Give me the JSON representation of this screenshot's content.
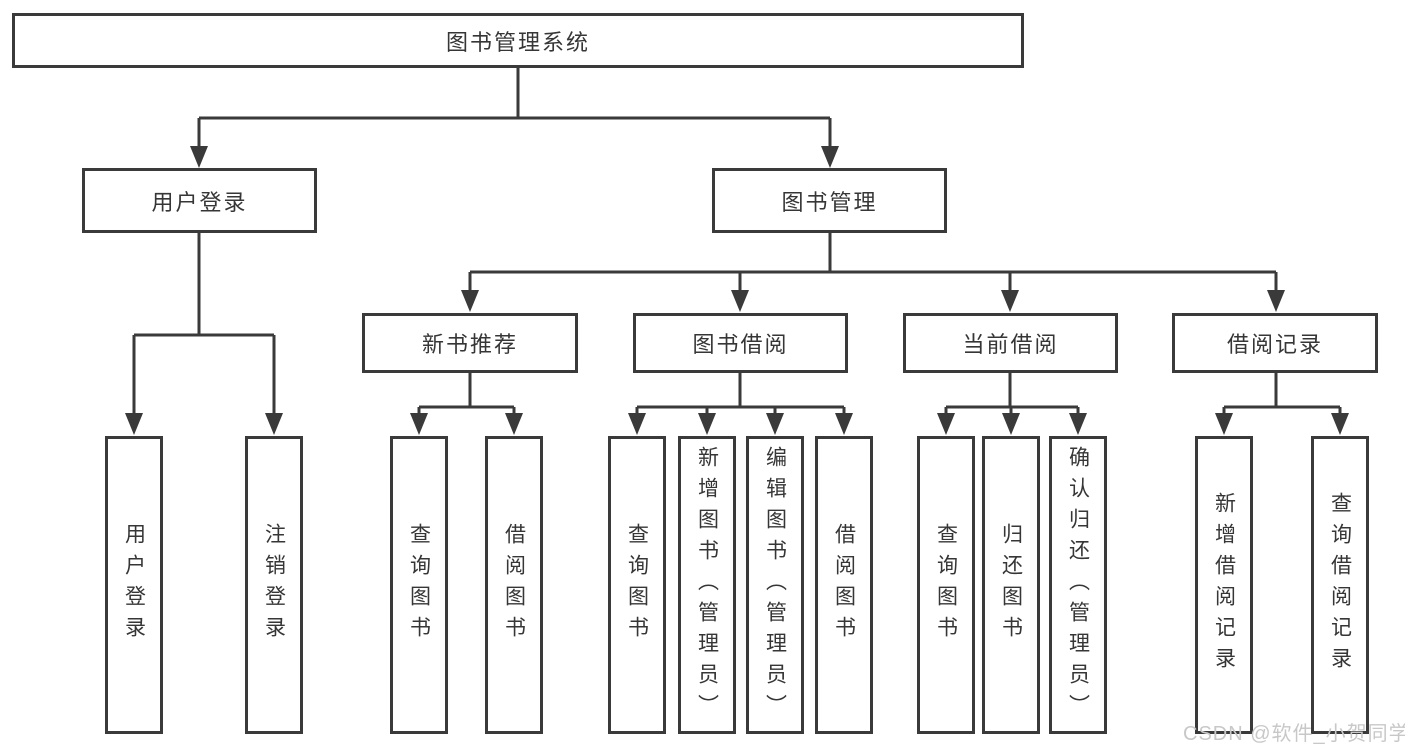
{
  "diagram": {
    "root": {
      "label": "图书管理系统"
    },
    "level2": [
      {
        "label": "用户登录"
      },
      {
        "label": "图书管理"
      }
    ],
    "level3": [
      {
        "label": "新书推荐"
      },
      {
        "label": "图书借阅"
      },
      {
        "label": "当前借阅"
      },
      {
        "label": "借阅记录"
      }
    ],
    "leaves": {
      "user_login": [
        "用户登录",
        "注销登录"
      ],
      "new_book": [
        "查询图书",
        "借阅图书"
      ],
      "book_borrow": [
        "查询图书",
        "新增图书（管理员）",
        "编辑图书（管理员）",
        "借阅图书"
      ],
      "current_borrow": [
        "查询图书",
        "归还图书",
        "确认归还（管理员）"
      ],
      "borrow_records": [
        "新增借阅记录",
        "查询借阅记录"
      ]
    }
  },
  "watermark": {
    "text": "CSDN @软件_小贺同学"
  },
  "colors": {
    "line": "#3a3a3a",
    "text": "#363636",
    "background": "#ffffff",
    "watermark": "#c8c8c8"
  }
}
